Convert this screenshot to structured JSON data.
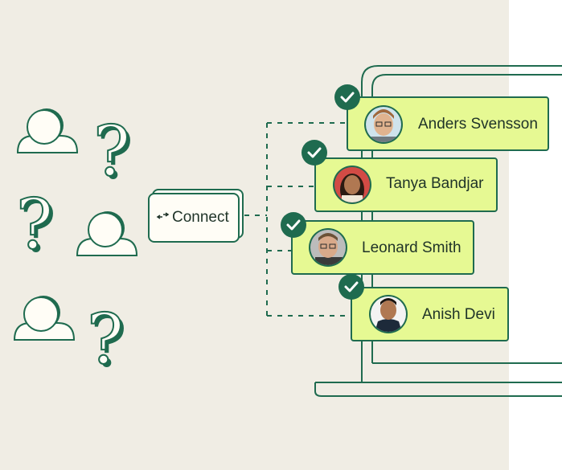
{
  "connect": {
    "label": "Connect",
    "icon": "arrows-exchange-icon"
  },
  "contacts": [
    {
      "name": "Anders Svensson",
      "status": "check-icon"
    },
    {
      "name": "Tanya Bandjar",
      "status": "check-icon"
    },
    {
      "name": "Leonard Smith",
      "status": "check-icon"
    },
    {
      "name": "Anish Devi",
      "status": "check-icon"
    }
  ],
  "colors": {
    "background": "#f0ede4",
    "dark_green": "#1f6b4f",
    "card_fill": "#e6f993",
    "outline": "#1f3328"
  }
}
